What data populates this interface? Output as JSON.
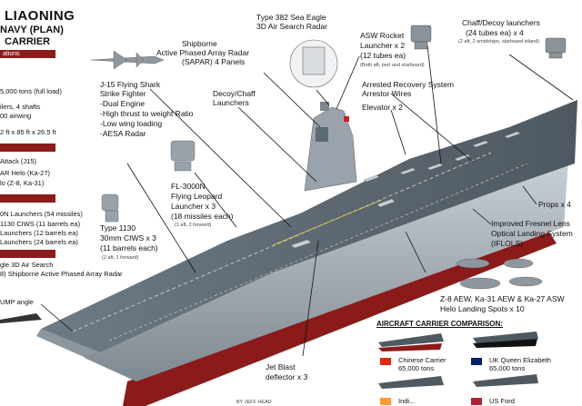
{
  "header": {
    "title": "LIAONING",
    "subtitle_1": "NAVY (PLAN)",
    "subtitle_2": "CARRIER"
  },
  "left_panel": {
    "section_1": "ations",
    "displacement": "5,000 tons (full load)",
    "boilers": "ilers, 4 shafts",
    "airwing": "00 airwing",
    "dimensions": "2 ft x 85 ft x 26.5 ft",
    "attack": "Attack (J15)",
    "aew": "AR Helo (Ka-27)",
    "helo": "lo (Z-8, Ka-31)",
    "launchers": "0N Launchers (54 missiles)",
    "ciws": "1130 CIWS (11 barrels ea)",
    "l12": "Launchers (12 barrels ea)",
    "l24": "Launchers (24 barrels ea)",
    "search": "gle 3D Air Search",
    "sapar": "8) Shipborne Active Phased Array Radar",
    "jump": "UMP angle"
  },
  "callouts": {
    "radar_382": [
      "Type 382 Sea Eagle",
      "3D Air Search Radar"
    ],
    "sapar": [
      "Shipborne",
      "Active Phased Array Radar",
      "(SAPAR) 4 Panels"
    ],
    "j15": [
      "J-15 Flying Shark",
      "Strike Fighter",
      "-Dual Engine",
      "-High thrust to weight Ratio",
      "-Low wing loading",
      "-AESA Radar"
    ],
    "decoy": [
      "Decoy/Chaff",
      "Launchers"
    ],
    "asw": [
      "ASW Rocket",
      "Launcher x 2",
      "(12 tubes ea)"
    ],
    "asw_note": "(Both aft, port and starboard)",
    "chaff_right": [
      "Chaff/Decoy launchers",
      "(24 tubes ea) x 4"
    ],
    "chaff_note": "(2 aft, 2 amidships, starboard island)",
    "arrested": [
      "Arrested Recovery System",
      "Arrestor Wires"
    ],
    "elevator": "Elevator x 2",
    "fl3000": [
      "FL-3000N",
      "Flying Leopard",
      "Launcher x 3",
      "(18 missiles each)"
    ],
    "fl_note": "(1 aft, 2 forward)",
    "type1130": [
      "Type 1130",
      "30mm CIWS x 3",
      "(11 barrels each)"
    ],
    "t1130_note": "(2 aft, 1 forward)",
    "props": "Props x 4",
    "fresnel": [
      "Improved Fresnel Lens",
      "Optical Landing System",
      "(IFLOLS)"
    ],
    "helos": [
      "Z-8 AEW, Ka-31 AEW & Ka-27 ASW",
      "Helo Landing Spots x 10"
    ],
    "jet_blast": [
      "Jet Blast",
      "deflector x 3"
    ],
    "comparison_title": "AIRCRAFT CARRIER COMPARISON:",
    "cn_carrier": [
      "Chinese Carrier",
      "65,000 tons"
    ],
    "uk_carrier": [
      "UK Queen Elizabeth",
      "65,000 tons"
    ],
    "row2_left": "Indi...",
    "row2_right": "US Ford",
    "credit": "BY JEFF HEAD"
  },
  "colors": {
    "hull_red": "#8b1a1a",
    "deck": "#5d6770",
    "hull_grey": "#aeb6bd",
    "accent_red": "#8a1c1c"
  }
}
